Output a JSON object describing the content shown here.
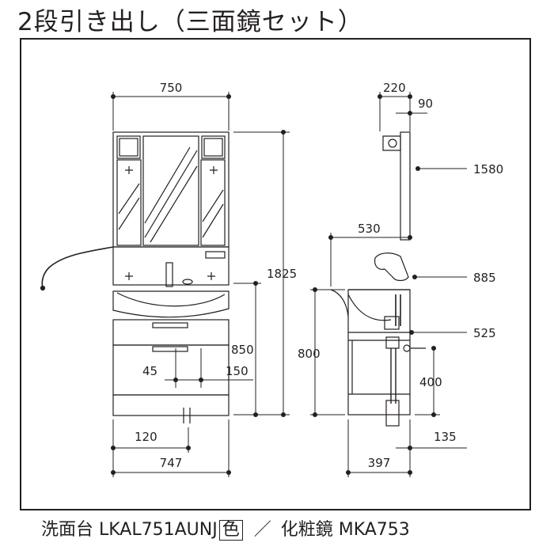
{
  "title": "2段引き出し（三面鏡セット）",
  "front": {
    "width_top": "750",
    "total_height": "1825",
    "counter_height": "850",
    "offset_a": "45",
    "offset_b": "150",
    "drain_offset": "120",
    "width_bottom": "747"
  },
  "side": {
    "depth_mirror": "220",
    "depth_mirror_small": "90",
    "height_mirror": "1580",
    "depth_bowl": "530",
    "height_faucet": "885",
    "height_counter": "800",
    "height_pipe": "525",
    "height_drain": "400",
    "depth_drain": "135",
    "depth_base": "397"
  },
  "footer": {
    "product_label": "洗面台 LKAL751AUNJ",
    "color_box": "色",
    "separator": "／",
    "mirror_label": "化粧鏡 MKA753"
  }
}
